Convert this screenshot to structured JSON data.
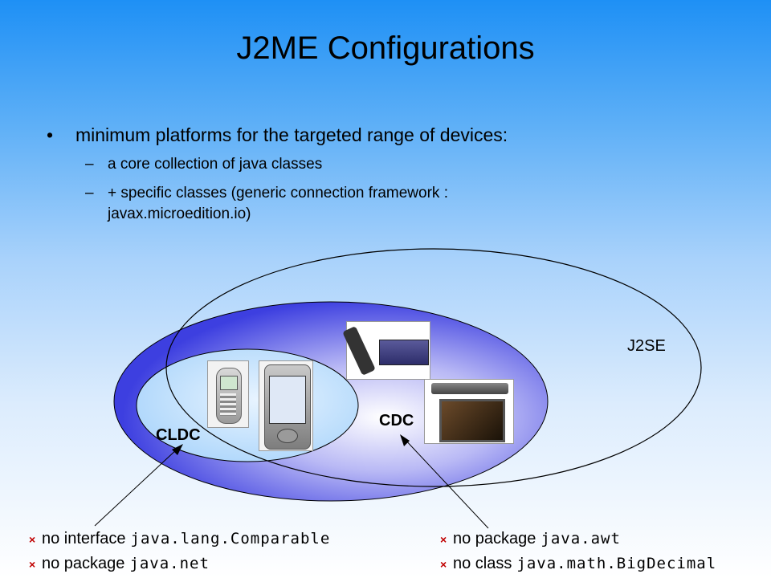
{
  "title": "J2ME Configurations",
  "bullet": {
    "mark": "•",
    "text": "minimum platforms for the targeted range of devices:",
    "subs": [
      {
        "mark": "–",
        "text": "a core collection of java classes"
      },
      {
        "mark": "–",
        "text": "+ specific classes (generic connection framework : javax.microedition.io)"
      }
    ]
  },
  "diagram": {
    "j2se_label": "J2SE",
    "cdc_label": "CDC",
    "cldc_label": "CLDC",
    "colors": {
      "cdc_fill": "#3d3fe0",
      "cldc_fill": "#a9d4fb",
      "j2se_stroke": "#000000"
    }
  },
  "notes_left": [
    {
      "icon": "x-mark-icon",
      "mark": "×",
      "text": "no interface",
      "code": "java.lang.Comparable"
    },
    {
      "icon": "x-mark-icon",
      "mark": "×",
      "text": "no package",
      "code": "java.net"
    }
  ],
  "notes_right": [
    {
      "icon": "x-mark-icon",
      "mark": "×",
      "text": "no package",
      "code": "java.awt"
    },
    {
      "icon": "x-mark-icon",
      "mark": "×",
      "text": "no class",
      "code": "java.math.BigDecimal"
    }
  ]
}
